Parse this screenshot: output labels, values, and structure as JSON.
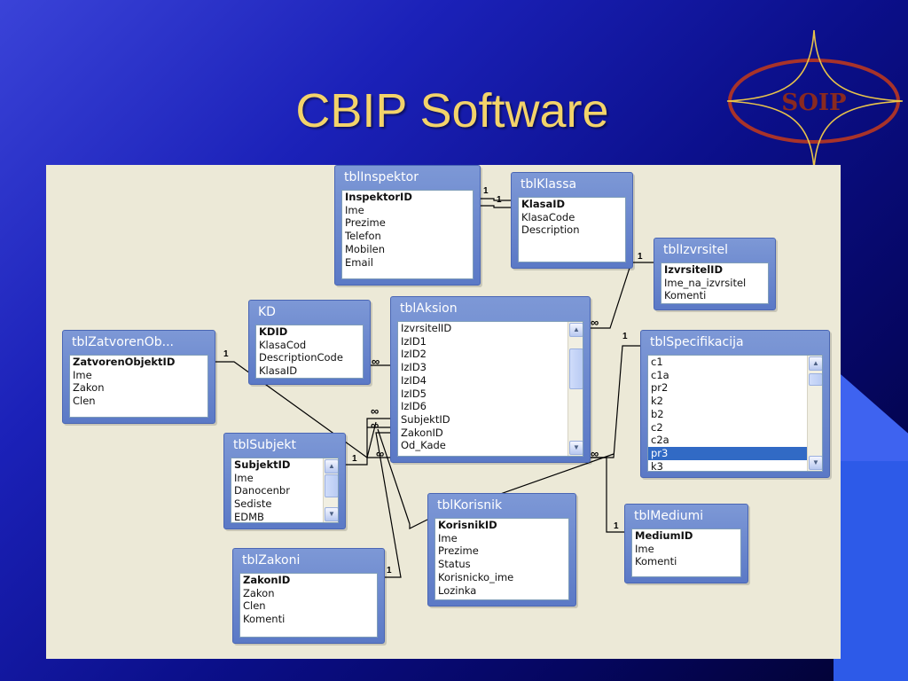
{
  "slide": {
    "title": "CBIP Software",
    "logo_text": "SOIP"
  },
  "tables": {
    "inspektor": {
      "name": "tblInspektor",
      "fields": [
        "InspektorID",
        "Ime",
        "Prezime",
        "Telefon",
        "Mobilen",
        "Email"
      ]
    },
    "klassa": {
      "name": "tblKlassa",
      "fields": [
        "KlasaID",
        "KlasaCode",
        "Description"
      ]
    },
    "izvrsitel": {
      "name": "tblIzvrsitel",
      "fields": [
        "IzvrsitelID",
        "Ime_na_izvrsitel",
        "Komenti"
      ]
    },
    "kd": {
      "name": "KD",
      "fields": [
        "KDID",
        "KlasaCod",
        "DescriptionCode",
        "KlasaID"
      ]
    },
    "aksion": {
      "name": "tblAksion",
      "fields": [
        "IzvrsitelID",
        "IzID1",
        "IzID2",
        "IzID3",
        "IzID4",
        "IzID5",
        "IzID6",
        "SubjektID",
        "ZakonID",
        "Od_Kade"
      ]
    },
    "zatvoren": {
      "name": "tblZatvorenOb...",
      "fields": [
        "ZatvorenObjektID",
        "Ime",
        "Zakon",
        "Clen"
      ]
    },
    "specifikacija": {
      "name": "tblSpecifikacija",
      "fields": [
        "c1",
        "c1a",
        "pr2",
        "k2",
        "b2",
        "c2",
        "c2a",
        "pr3",
        "k3"
      ],
      "selected": "pr3"
    },
    "subjekt": {
      "name": "tblSubjekt",
      "fields": [
        "SubjektID",
        "Ime",
        "Danocenbr",
        "Sediste",
        "EDMB"
      ]
    },
    "korisnik": {
      "name": "tblKorisnik",
      "fields": [
        "KorisnikID",
        "Ime",
        "Prezime",
        "Status",
        "Korisnicko_ime",
        "Lozinka"
      ]
    },
    "mediumi": {
      "name": "tblMediumi",
      "fields": [
        "MediumID",
        "Ime",
        "Komenti"
      ]
    },
    "zakoni": {
      "name": "tblZakoni",
      "fields": [
        "ZakonID",
        "Zakon",
        "Clen",
        "Komenti"
      ]
    }
  },
  "relationship_labels": {
    "one": "1",
    "many": "∞"
  },
  "colors": {
    "title": "#f3d36a",
    "logo": "#a8332a",
    "canvas": "#ece9d7",
    "card": "#6b88cf"
  }
}
